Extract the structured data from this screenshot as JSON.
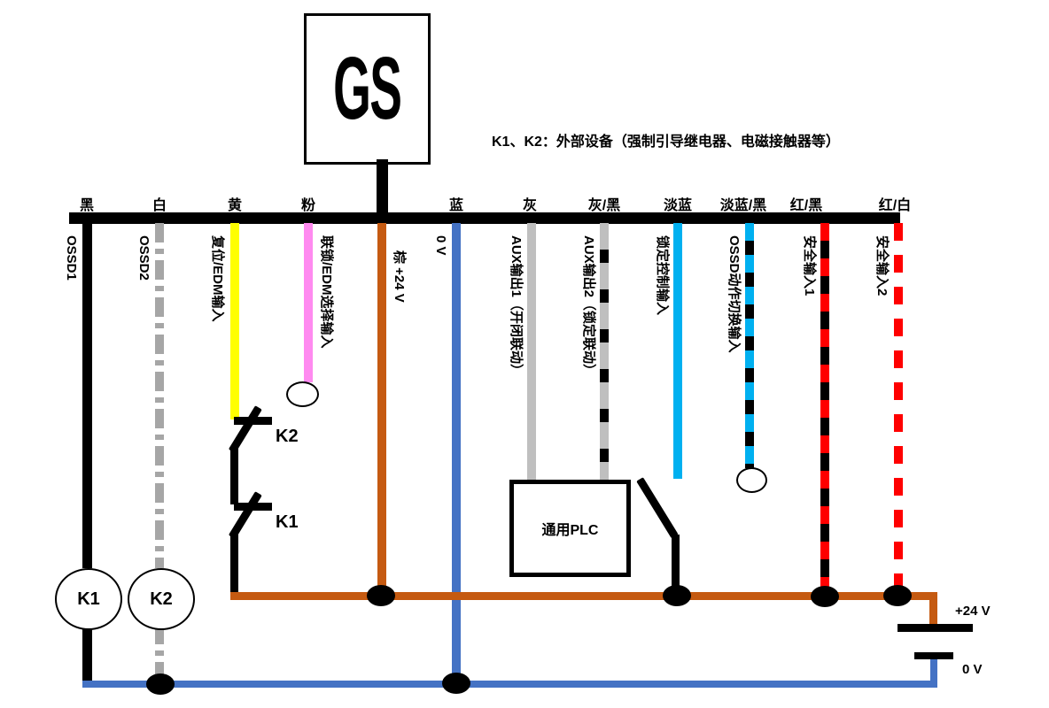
{
  "device_label": "GS",
  "note": "K1、K2：外部设备（强制引导继电器、电磁接触器等）",
  "plc_label": "通用PLC",
  "contact_upper_label": "K2",
  "contact_lower_label": "K1",
  "relay_left_label": "K1",
  "relay_right_label": "K2",
  "supply_plus_label": "+24 V",
  "supply_zero_label": "0 V",
  "wires": [
    {
      "top_label": "黑",
      "side_label": "OSSD1",
      "hex": "#000000"
    },
    {
      "top_label": "白",
      "side_label": "OSSD2",
      "hex": "#A6A6A6"
    },
    {
      "top_label": "黄",
      "side_label": "复位/EDM输入",
      "hex": "#FFFF00"
    },
    {
      "top_label": "粉",
      "side_label": "联锁/EDM选择输入",
      "hex": "#FF8AF0"
    },
    {
      "top_label": "",
      "side_label": "棕 +24 V",
      "hex": "#C55A11"
    },
    {
      "top_label": "蓝",
      "side_label": "0 V",
      "hex": "#4472C4"
    },
    {
      "top_label": "灰",
      "side_label": "AUX输出1（开闭联动）",
      "hex": "#BFBFBF"
    },
    {
      "top_label": "灰/黑",
      "side_label": "AUX输出2（锁定联动）",
      "hex": "#BFBFBF,#000000"
    },
    {
      "top_label": "淡蓝",
      "side_label": "锁定控制输入",
      "hex": "#00B0F0"
    },
    {
      "top_label": "淡蓝/黑",
      "side_label": "OSSD动作切换输入",
      "hex": "#00B0F0,#000000"
    },
    {
      "top_label": "红/黑",
      "side_label": "安全输入1",
      "hex": "#FF0000,#000000"
    },
    {
      "top_label": "红/白",
      "side_label": "安全输入2",
      "hex": "#FF0000,#FFFFFF"
    }
  ],
  "rails": {
    "plus24_hex": "#C55A11",
    "zero_hex": "#4472C4"
  }
}
